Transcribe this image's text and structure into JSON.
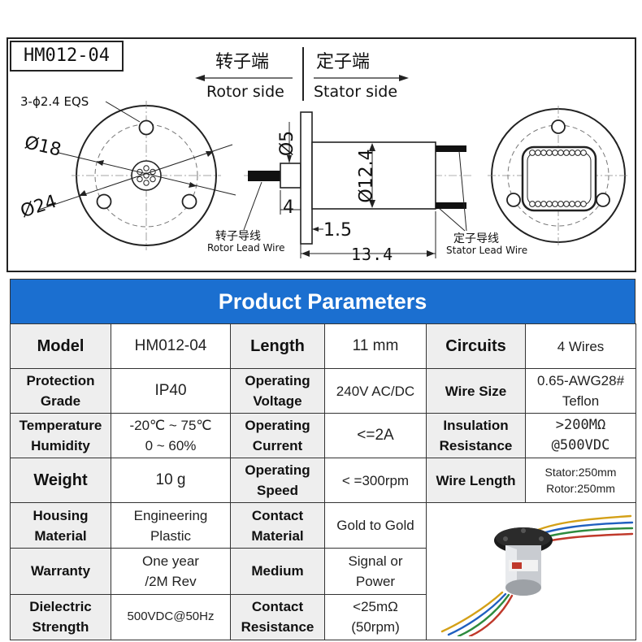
{
  "drawing": {
    "model_label": "HM012-04",
    "rotor_side_cn": "转子端",
    "rotor_side_en": "Rotor side",
    "stator_side_cn": "定子端",
    "stator_side_en": "Stator side",
    "holes_label": "3-ϕ2.4 EQS",
    "dia_18": "Ø18",
    "dia_24": "Ø24",
    "dia_5": "Ø5",
    "dia_12_4": "Ø12.4",
    "dim_4": "4",
    "dim_1_5": "1.5",
    "dim_13_4": "13.4",
    "rotor_wire_cn": "转子导线",
    "rotor_wire_en": "Rotor Lead Wire",
    "stator_wire_cn": "定子导线",
    "stator_wire_en": "Stator Lead Wire"
  },
  "table": {
    "title": "Product Parameters",
    "r0": [
      "Model",
      "HM012-04",
      "Length",
      "11 mm",
      "Circuits",
      "4 Wires"
    ],
    "r1": [
      "Protection\nGrade",
      "IP40",
      "Operating\nVoltage",
      "240V AC/DC",
      "Wire Size",
      "0.65-AWG28#\nTeflon"
    ],
    "r2": [
      "Temperature\nHumidity",
      "-20℃ ~ 75℃\n0 ~ 60%",
      "Operating\nCurrent",
      "<=2A",
      "Insulation\nResistance",
      ">200MΩ\n@500VDC"
    ],
    "r3": [
      "Weight",
      "10 g",
      "Operating\nSpeed",
      "< =300rpm",
      "Wire Length",
      "Stator:250mm\nRotor:250mm"
    ],
    "r4": [
      "Housing\nMaterial",
      "Engineering\nPlastic",
      "Contact\nMaterial",
      "Gold to Gold"
    ],
    "r5": [
      "Warranty",
      "One year\n/2M Rev",
      "Medium",
      "Signal or\nPower"
    ],
    "r6": [
      "Dielectric\nStrength",
      "500VDC@50Hz",
      "Contact\nResistance",
      "<25mΩ\n(50rpm)"
    ]
  },
  "colors": {
    "header_blue": "#1b6fd0",
    "key_bg": "#eeeeee",
    "border": "#333333"
  }
}
